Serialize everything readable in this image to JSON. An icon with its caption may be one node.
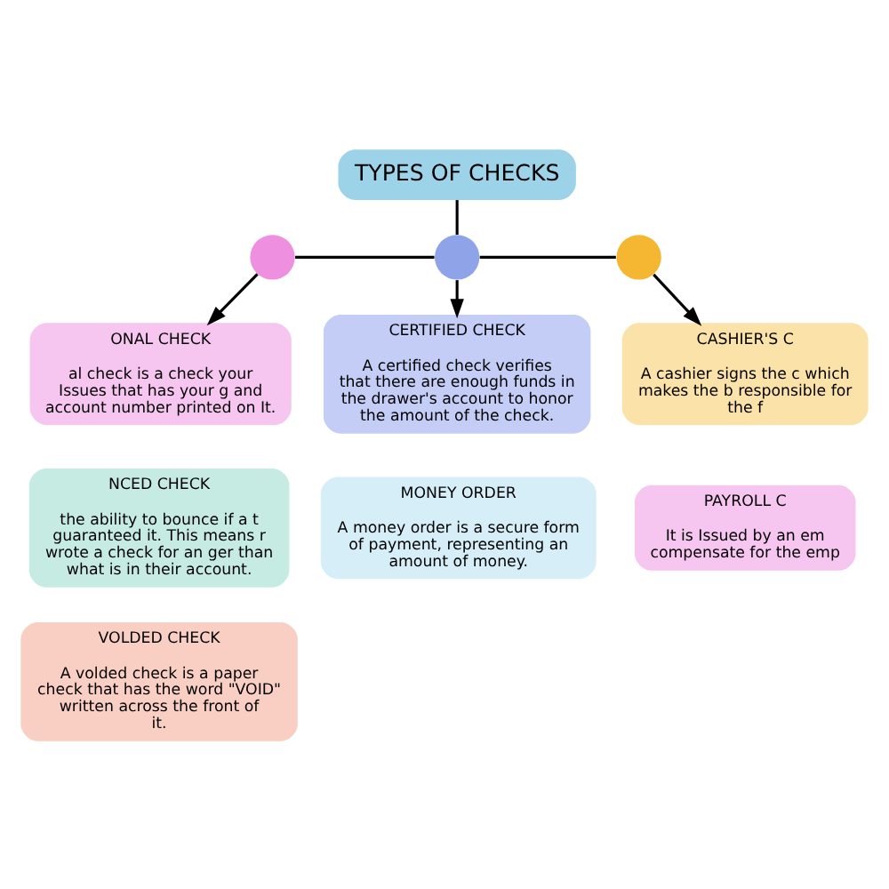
{
  "diagram": {
    "nodes": [
      {
        "text": [
          "TYPES OF CHECKS"
        ]
      },
      {
        "text": [],
        "shape": "circle"
      },
      {
        "text": [],
        "shape": "circle"
      },
      {
        "text": [],
        "shape": "circle"
      },
      {
        "text": [
          "ONAL CHECK",
          "al check is a check your Issues that has your g and account number printed on It."
        ]
      },
      {
        "text": [
          "CERTIFIED CHECK",
          "A certified check verifies that there are enough funds in the drawer's account to honor the amount of the check."
        ]
      },
      {
        "text": [
          "CASHIER'S C",
          "A cashier signs the c which makes the b responsible for the f"
        ]
      },
      {
        "text": [
          "NCED CHECK",
          "the ability to bounce if a t guaranteed it. This means r wrote a check for an ger than what is in their account."
        ]
      },
      {
        "text": [
          "PAYROLL C",
          "It is Issued by an em compensate for the emp"
        ]
      },
      {
        "text": [
          "VOLDED CHECK",
          "A volded check is a paper check that has the word \"VOID\" written across the front of it."
        ]
      },
      {
        "text": [
          "MONEY ORDER",
          "A money order is a secure form of payment, representing an amount of money."
        ]
      }
    ],
    "edges": [
      {
        "from": 0,
        "to": 2,
        "arrow": "none"
      },
      {
        "from": 1,
        "to": 2,
        "arrow": "none"
      },
      {
        "from": 2,
        "to": 3,
        "arrow": "none"
      },
      {
        "from": 1,
        "to": 4,
        "arrow": "to"
      },
      {
        "from": 2,
        "to": 5,
        "arrow": "to"
      },
      {
        "from": 3,
        "to": 6,
        "arrow": "to"
      }
    ]
  }
}
